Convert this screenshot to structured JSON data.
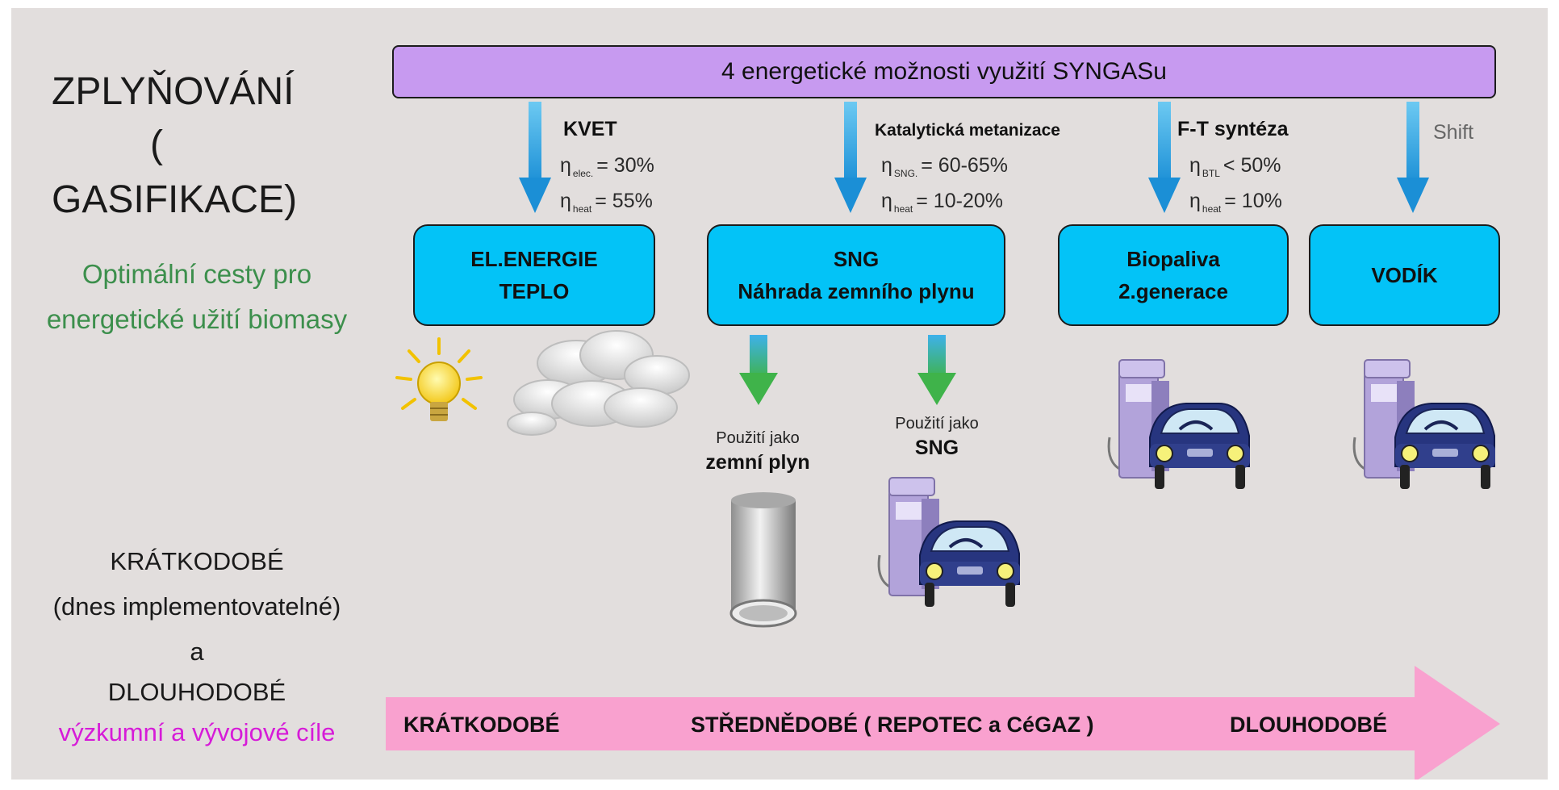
{
  "left": {
    "title_line1": "ZPLYŇOVÁNÍ",
    "title_line2": "( GASIFIKACE)",
    "green_line1": "Optimální cesty pro",
    "green_line2": "energetické užití biomasy",
    "term_line1": "KRÁTKODOBÉ",
    "term_line2": "(dnes implementovatelné)",
    "term_line3": "a",
    "term_line4": "DLOUHODOBÉ",
    "term_line5": "výzkumní a vývojové cíle"
  },
  "top_bar": "4 energetické možnosti využití SYNGASu",
  "paths": [
    {
      "label": "KVET",
      "eff": [
        {
          "sub": "elec.",
          "val": "= 30%"
        },
        {
          "sub": "heat",
          "val": "= 55%"
        }
      ]
    },
    {
      "label": "Katalytická  metanizace",
      "eff": [
        {
          "sub": "SNG.",
          "val": "= 60-65%"
        },
        {
          "sub": "heat",
          "val": "= 10-20%"
        }
      ]
    },
    {
      "label": "F-T syntéza",
      "eff": [
        {
          "sub": "BTL",
          "val": "< 50%"
        },
        {
          "sub": "heat",
          "val": "= 10%"
        }
      ]
    },
    {
      "label": "Shift"
    }
  ],
  "eta": "η",
  "boxes": [
    {
      "line1": "EL.ENERGIE",
      "line2": "TEPLO"
    },
    {
      "line1": "SNG",
      "line2": "Náhrada zemního plynu"
    },
    {
      "line1": "Biopaliva",
      "line2": "2.generace"
    },
    {
      "line1": "VODÍK",
      "line2": ""
    }
  ],
  "uses": [
    {
      "line1": "Použití jako",
      "line2": "zemní plyn"
    },
    {
      "line1": "Použití jako",
      "line2": "SNG"
    }
  ],
  "timeline": {
    "short": "KRÁTKODOBÉ",
    "medium": "STŘEDNĚDOBÉ  ( REPOTEC a CéGAZ )",
    "long": "DLOUHODOBÉ"
  },
  "colors": {
    "top_bar": "#c79af0",
    "box": "#03c3f7",
    "arrow_blue": "#1fa3e0",
    "arrow_green": "#3fb34a",
    "timeline": "#f9a1cf",
    "green_text": "#3c8f4c",
    "magenta_text": "#d61bd8"
  }
}
